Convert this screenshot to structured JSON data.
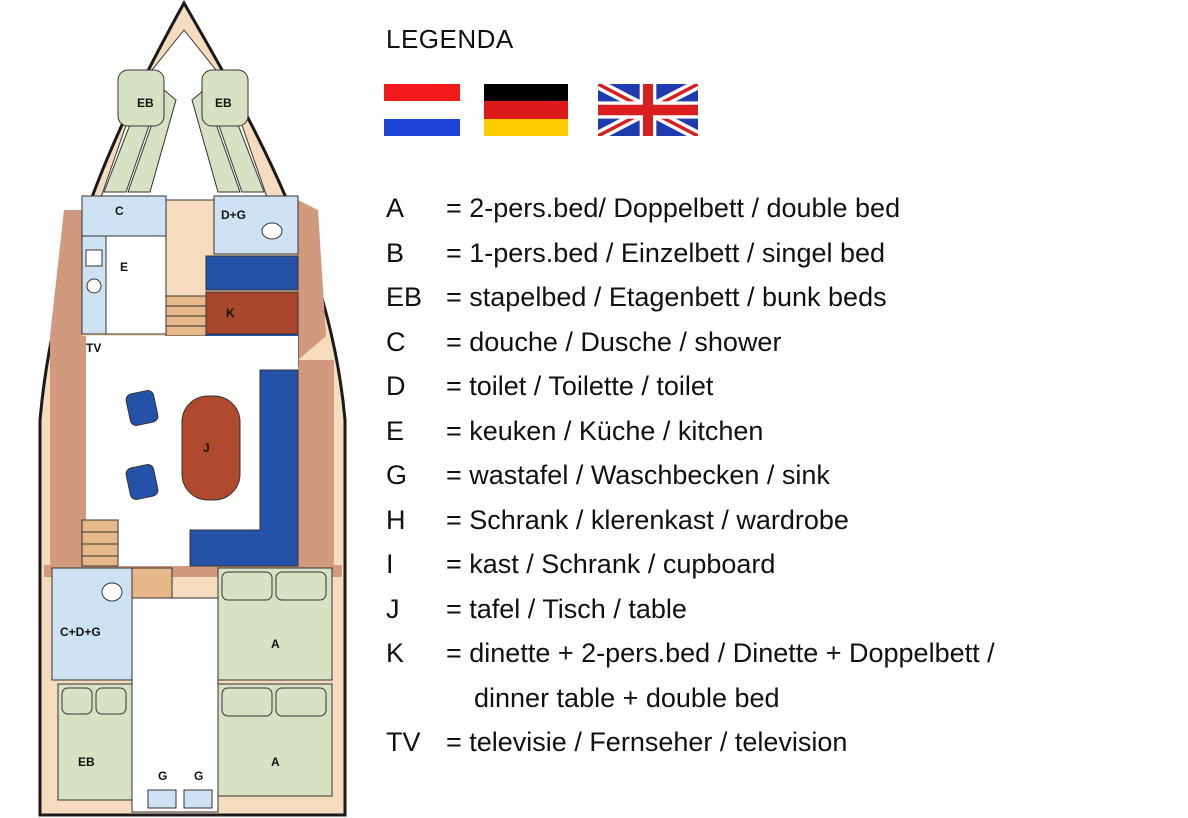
{
  "legend": {
    "title": "LEGENDA",
    "flags": [
      {
        "country": "Netherlands",
        "stripes": [
          "#f01a1a",
          "#ffffff",
          "#1d43d8"
        ]
      },
      {
        "country": "Germany",
        "stripes": [
          "#000000",
          "#dd1a1a",
          "#ffcc00"
        ]
      },
      {
        "country": "United Kingdom",
        "colors": [
          "#1f3bb0",
          "#ffffff",
          "#d81e1e"
        ]
      }
    ],
    "entries": [
      {
        "key": "A",
        "desc": "= 2-pers.bed/ Doppelbett / double bed"
      },
      {
        "key": "B",
        "desc": "= 1-pers.bed / Einzelbett / singel bed"
      },
      {
        "key": "EB",
        "desc": "= stapelbed / Etagenbett / bunk beds"
      },
      {
        "key": "C",
        "desc": "= douche / Dusche / shower"
      },
      {
        "key": "D",
        "desc": "= toilet / Toilette / toilet"
      },
      {
        "key": "E",
        "desc": "= keuken / Küche / kitchen"
      },
      {
        "key": "G",
        "desc": "= wastafel / Waschbecken / sink"
      },
      {
        "key": "H",
        "desc": "= Schrank / klerenkast / wardrobe"
      },
      {
        "key": "I",
        "desc": "= kast / Schrank / cupboard"
      },
      {
        "key": "J",
        "desc": "= tafel / Tisch / table"
      },
      {
        "key": "K",
        "desc": "= dinette + 2-pers.bed / Dinette + Doppelbett /",
        "cont": "dinner table + double bed"
      },
      {
        "key": "TV",
        "desc": "= televisie / Fernseher / television"
      }
    ]
  },
  "plan": {
    "labels": {
      "eb_left_bow": "EB",
      "eb_right_bow": "EB",
      "c": "C",
      "dg": "D+G",
      "e": "E",
      "k": "K",
      "tv": "TV",
      "j": "J",
      "cdg": "C+D+G",
      "a_upper": "A",
      "a_lower": "A",
      "eb_stern": "EB",
      "g_left": "G",
      "g_right": "G"
    },
    "colors": {
      "hull_fill": "#f5dcbf",
      "hull_stroke": "#1a1a1a",
      "wood": "#d19a7e",
      "floor": "#ffffff",
      "bed": "#d7e2c4",
      "bathroom": "#cfe2f3",
      "bench": "#2352a8",
      "dinette": "#a8472c",
      "table": "#b04a2e",
      "stairs": "#e7b98a"
    }
  }
}
